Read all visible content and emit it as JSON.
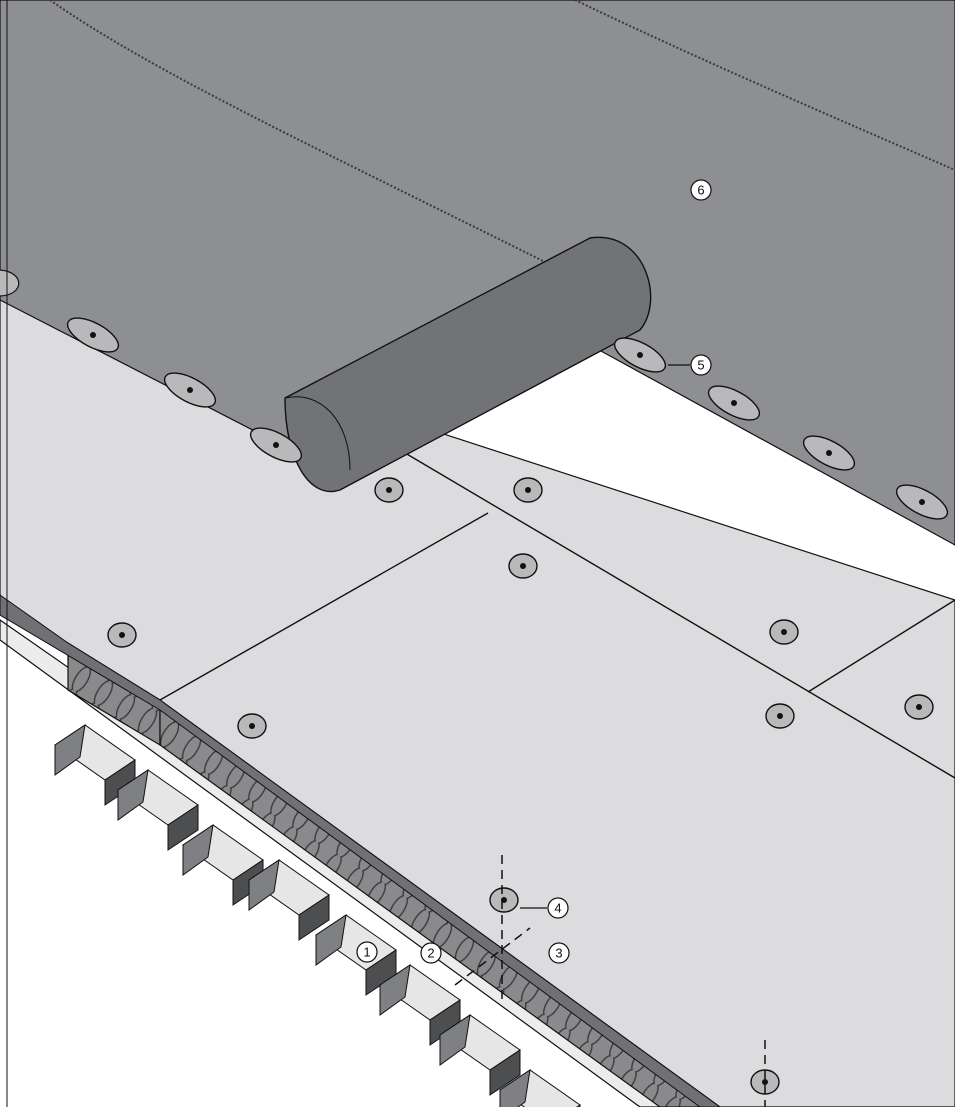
{
  "figure": {
    "description_role": "roof-system-diagram",
    "callouts": [
      {
        "id": "1",
        "label": "1"
      },
      {
        "id": "2",
        "label": "2"
      },
      {
        "id": "3",
        "label": "3"
      },
      {
        "id": "4",
        "label": "4"
      },
      {
        "id": "5",
        "label": "5"
      },
      {
        "id": "6",
        "label": "6"
      }
    ]
  },
  "colors": {
    "membrane": "#8e8f92",
    "membrane_roll": "#727376",
    "insulation_board": "#dcdcde",
    "deck_steel": "#7f8083",
    "deck_light": "#e6e6e7",
    "insulation_layer": "#8a8a8c",
    "fastener_plate": "#b9b9bb",
    "outline": "#111111"
  }
}
